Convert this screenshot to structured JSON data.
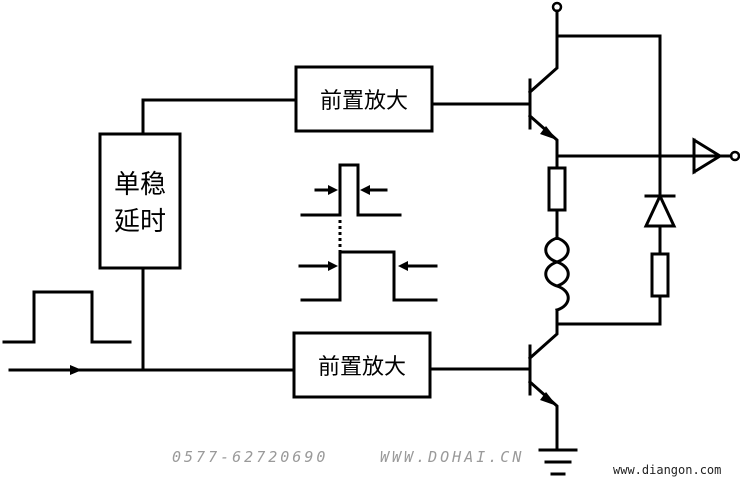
{
  "blocks": {
    "preamp_top": "前置放大",
    "preamp_bottom": "前置放大",
    "monostable_line1": "单稳",
    "monostable_line2": "延时"
  },
  "watermarks": {
    "phone": "0577-62720690",
    "domain": "WWW.DOHAI.CN",
    "site": "www.diangon.com"
  }
}
